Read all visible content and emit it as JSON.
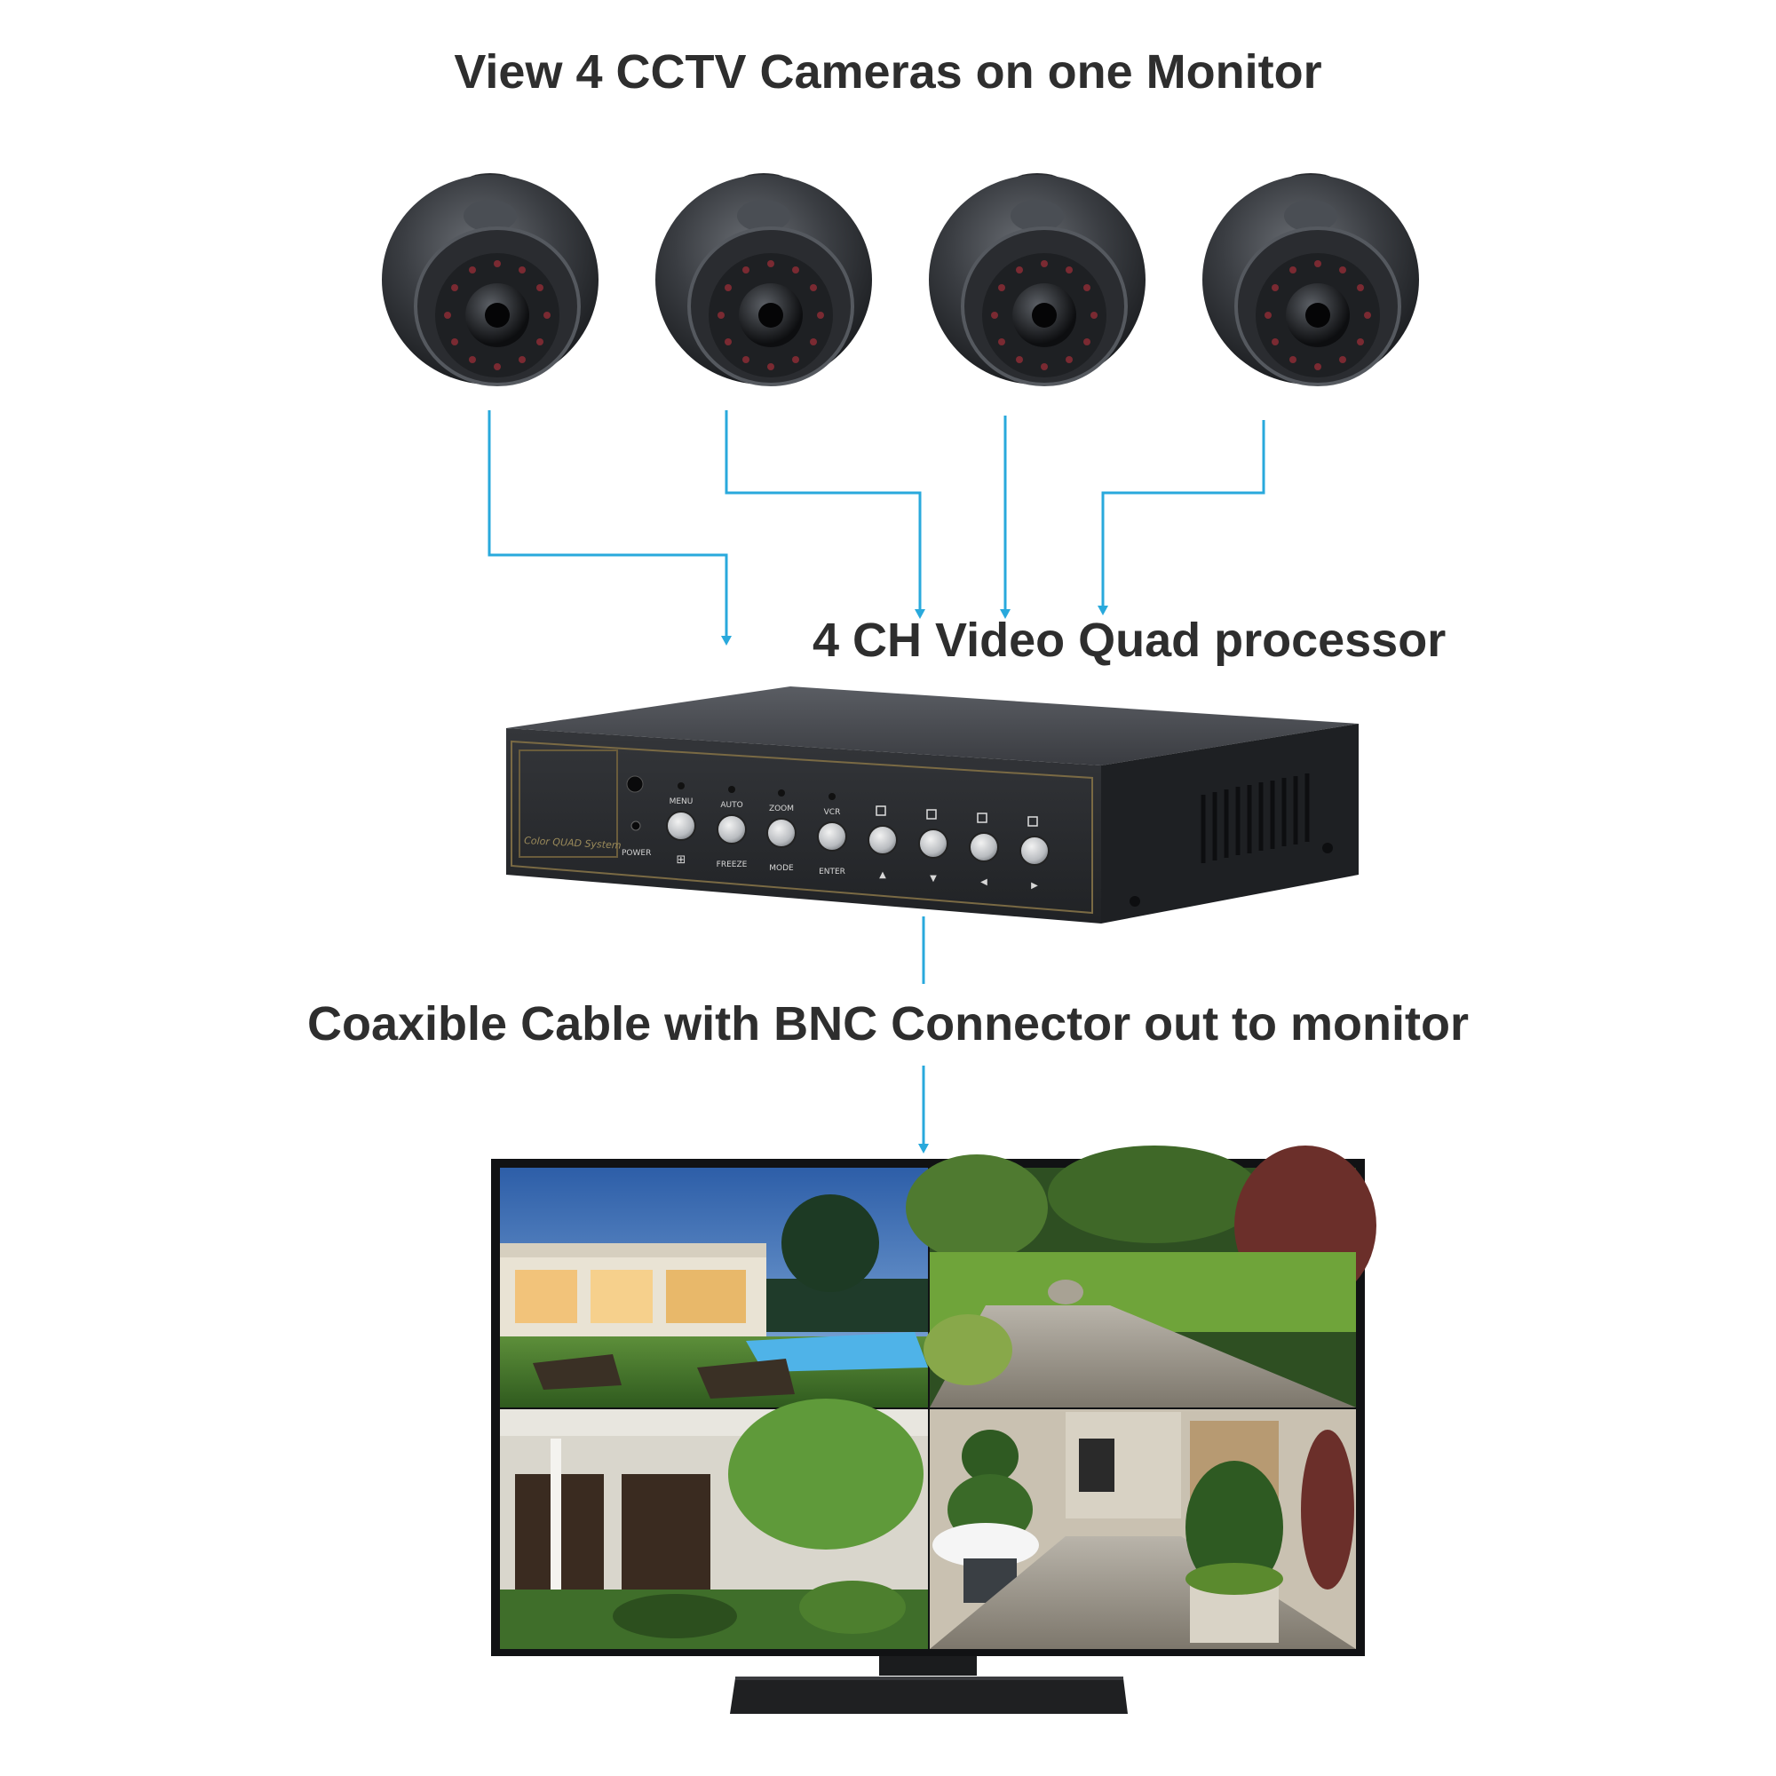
{
  "title": "View 4 CCTV Cameras on one Monitor",
  "processor_label": "4 CH Video Quad processor",
  "cable_label": "Coaxible Cable with BNC Connector out to monitor",
  "cameras": [
    {
      "name": "camera-1"
    },
    {
      "name": "camera-2"
    },
    {
      "name": "camera-3"
    },
    {
      "name": "camera-4"
    }
  ],
  "processor": {
    "panel_label": "Color QUAD System",
    "power_label": "POWER",
    "buttons": [
      {
        "top": "MENU",
        "bottom": "⊞"
      },
      {
        "top": "AUTO",
        "bottom": "FREEZE"
      },
      {
        "top": "ZOOM",
        "bottom": "MODE"
      },
      {
        "top": "VCR",
        "bottom": "ENTER"
      },
      {
        "top": "",
        "bottom": "▲"
      },
      {
        "top": "",
        "bottom": "▼"
      },
      {
        "top": "",
        "bottom": "◀"
      },
      {
        "top": "",
        "bottom": "▶"
      }
    ]
  },
  "monitor": {
    "quadrants": [
      "pool-house-view",
      "garden-view",
      "porch-view",
      "front-yard-view"
    ]
  },
  "colors": {
    "connector_line": "#29a9dc",
    "text": "#2e2e2e",
    "device_dark": "#2b2d30"
  }
}
